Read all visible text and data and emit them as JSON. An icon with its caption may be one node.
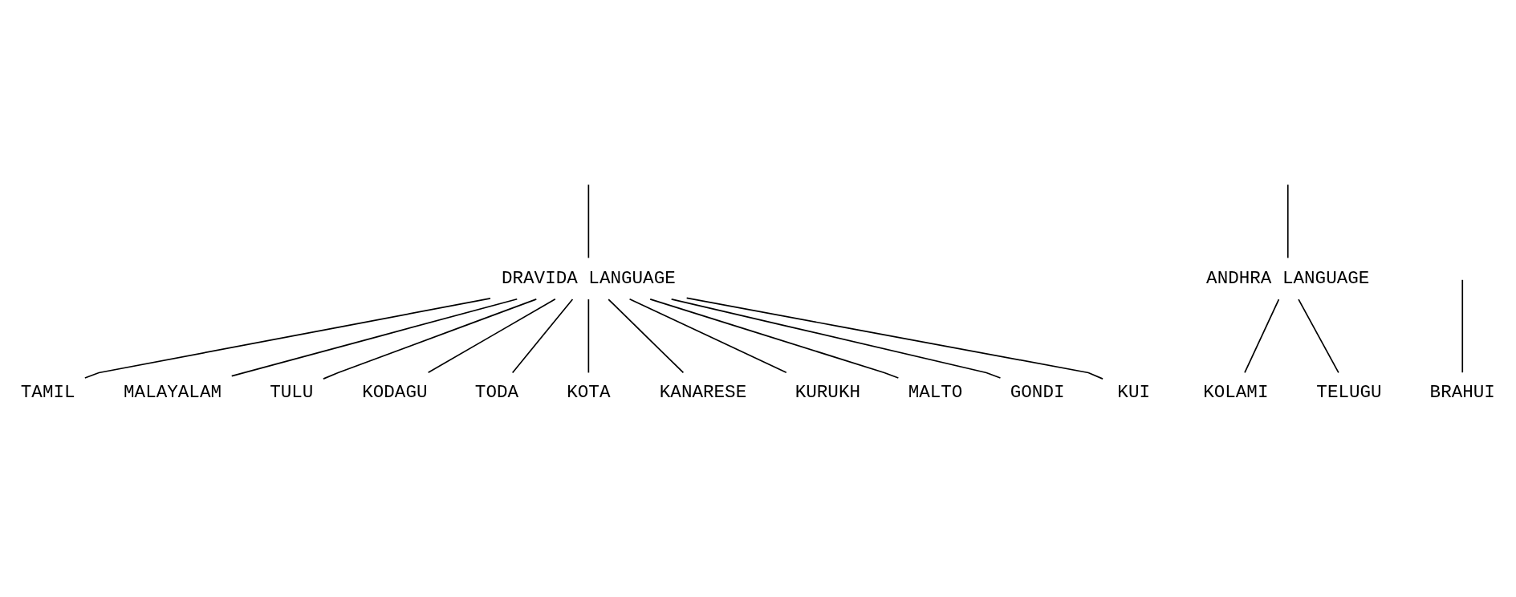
{
  "diagram": {
    "nodes": [
      {
        "text": [
          "DRAVIDA LANGUAGE"
        ]
      },
      {
        "text": [
          "ANDHRA LANGUAGE"
        ]
      },
      {
        "text": [
          "TAMIL"
        ]
      },
      {
        "text": [
          "MALAYALAM"
        ]
      },
      {
        "text": [
          "TULU"
        ]
      },
      {
        "text": [
          "KODAGU"
        ]
      },
      {
        "text": [
          "TODA"
        ]
      },
      {
        "text": [
          "KOTA"
        ]
      },
      {
        "text": [
          "KANARESE"
        ]
      },
      {
        "text": [
          "KURUKH"
        ]
      },
      {
        "text": [
          "MALTO"
        ]
      },
      {
        "text": [
          "GONDI"
        ]
      },
      {
        "text": [
          "KUI"
        ]
      },
      {
        "text": [
          "KOLAMI"
        ]
      },
      {
        "text": [
          "TELUGU"
        ]
      },
      {
        "text": [
          "BRAHUI"
        ]
      }
    ],
    "edges": [
      {
        "from": null,
        "to": 0,
        "arrow": "none"
      },
      {
        "from": null,
        "to": 1,
        "arrow": "none"
      },
      {
        "from": null,
        "to": 15,
        "arrow": "none"
      },
      {
        "from": 0,
        "to": 2,
        "arrow": "none"
      },
      {
        "from": 0,
        "to": 3,
        "arrow": "none"
      },
      {
        "from": 0,
        "to": 4,
        "arrow": "none"
      },
      {
        "from": 0,
        "to": 5,
        "arrow": "none"
      },
      {
        "from": 0,
        "to": 6,
        "arrow": "none"
      },
      {
        "from": 0,
        "to": 7,
        "arrow": "none"
      },
      {
        "from": 0,
        "to": 8,
        "arrow": "none"
      },
      {
        "from": 0,
        "to": 9,
        "arrow": "none"
      },
      {
        "from": 0,
        "to": 10,
        "arrow": "none"
      },
      {
        "from": 0,
        "to": 11,
        "arrow": "none"
      },
      {
        "from": 0,
        "to": 12,
        "arrow": "none"
      },
      {
        "from": 1,
        "to": 13,
        "arrow": "none"
      },
      {
        "from": 1,
        "to": 14,
        "arrow": "none"
      }
    ]
  }
}
